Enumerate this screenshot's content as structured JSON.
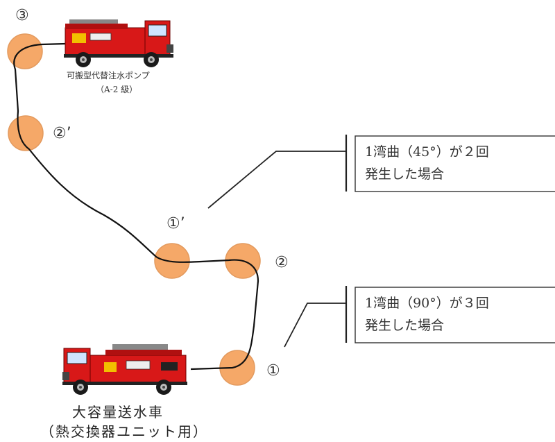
{
  "markers": {
    "m3": "③",
    "m2p": "②’",
    "m1p": "①’",
    "m2": "②",
    "m1": "①"
  },
  "callouts": {
    "top": {
      "line1": "1湾曲（45°）が２回",
      "line2": "発生した場合"
    },
    "bottom": {
      "line1": "1湾曲（90°）が３回",
      "line2": "発生した場合"
    }
  },
  "trucks": {
    "pump": {
      "label": "可搬型代替注水ポンプ",
      "sublabel": "（A-2 級）"
    },
    "large": {
      "label": "大容量送水車",
      "sublabel": "（熱交換器ユニット用）"
    }
  },
  "colors": {
    "bend_fill": "#f5a868",
    "bend_stroke": "#e08850",
    "hose": "#111111",
    "truck_red": "#d81818",
    "truck_dark": "#222222"
  }
}
